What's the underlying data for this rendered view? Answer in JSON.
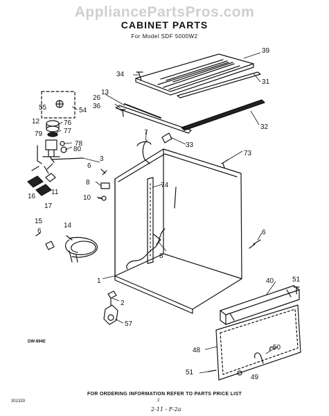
{
  "watermark": "AppliancePartsPros.com",
  "title": "CABINET PARTS",
  "subtitle": "For Model SDF 5000W2",
  "drawing_code": "DW-894E",
  "footer": "FOR ORDERING INFORMATION REFER TO PARTS PRICE LIST",
  "doc_number": "301333",
  "page_number": "2",
  "handwritten_note": "2-11 - F-2a",
  "callouts": {
    "c39": "39",
    "c34": "34",
    "c31": "31",
    "c13": "13",
    "c26": "26",
    "c36": "36",
    "c32": "32",
    "c55": "55",
    "c54": "54",
    "c12": "12",
    "c76": "76",
    "c77": "77",
    "c79": "79",
    "c78": "78",
    "c80": "80",
    "c7": "7",
    "c33": "33",
    "c73": "73",
    "c3": "3",
    "c6a": "6",
    "c74": "74",
    "c8a": "8",
    "c16": "16",
    "c11": "11",
    "c17": "17",
    "c10": "10",
    "c15": "15",
    "c6b": "6",
    "c14": "14",
    "c8b": "8",
    "c6c": "6",
    "c1": "1",
    "c40": "40",
    "c51a": "51",
    "c2": "2",
    "c57": "57",
    "c48": "48",
    "c50": "50",
    "c51b": "51",
    "c49": "49"
  }
}
